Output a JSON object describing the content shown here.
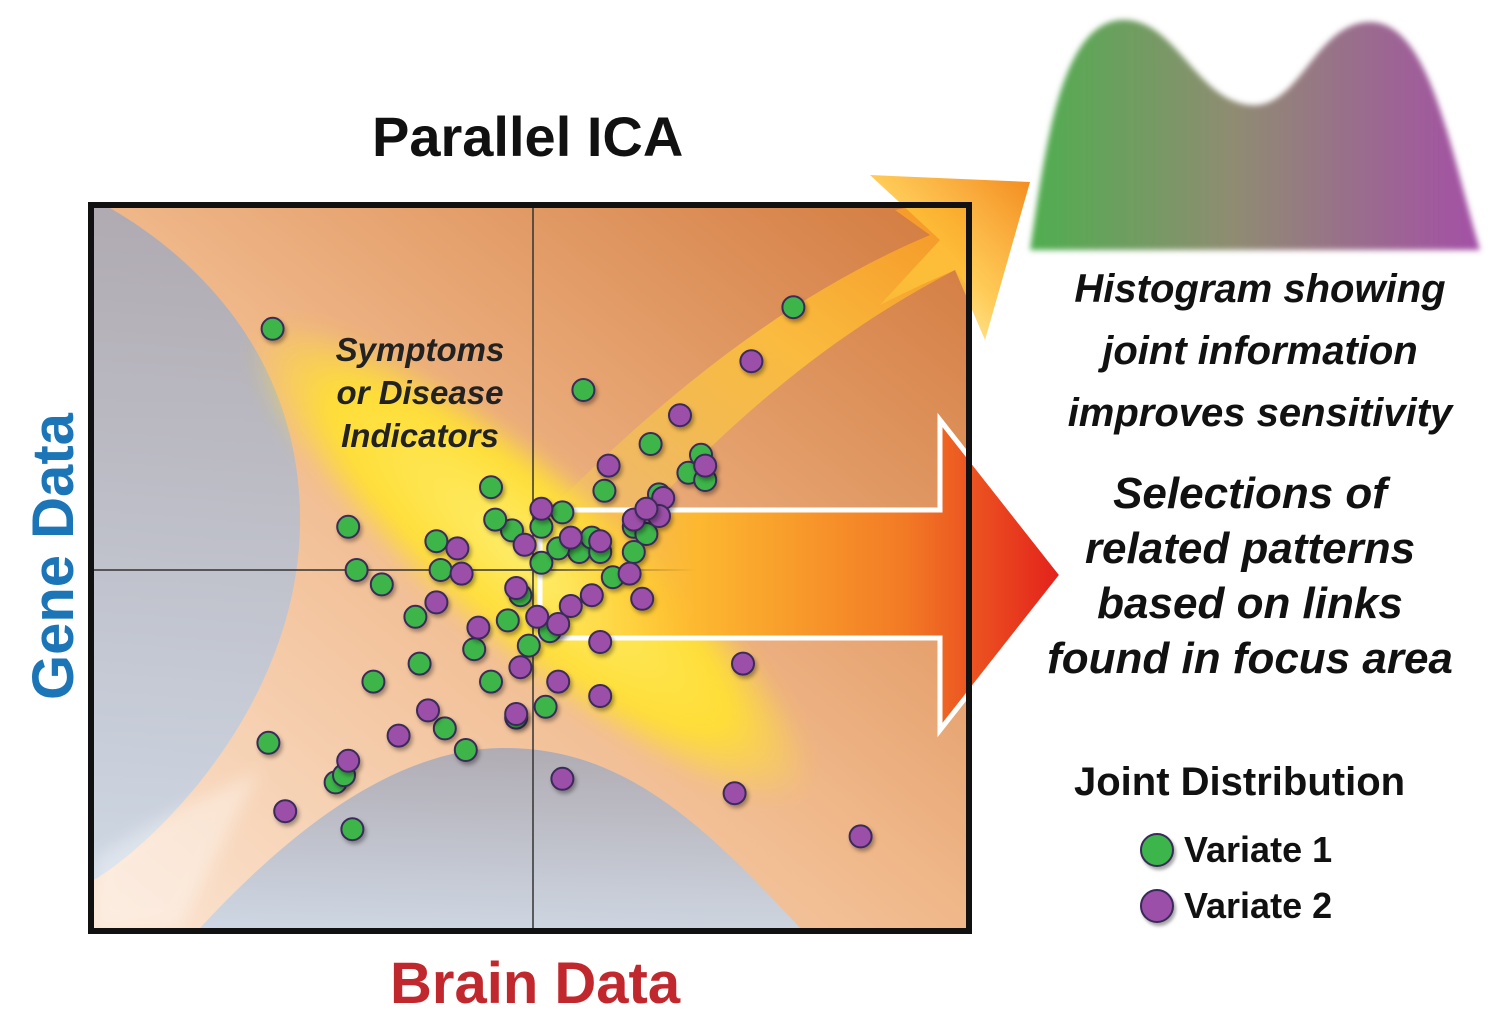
{
  "title": "Parallel ICA",
  "x_axis_label": "Brain Data",
  "y_axis_label": "Gene Data",
  "annotation": "Symptoms or Disease Indicators",
  "histogram_caption": "Histogram showing joint information improves sensitivity",
  "selections_text": "Selections of related patterns based on links found in focus area",
  "legend": {
    "title": "Joint Distribution",
    "items": [
      {
        "label": "Variate 1",
        "color": "#3cb54a"
      },
      {
        "label": "Variate 2",
        "color": "#9b4fa8"
      }
    ]
  },
  "colors": {
    "variate1": "#3cb54a",
    "variate2": "#9b4fa8",
    "gene_label": "#1b75b6",
    "brain_label": "#c0282d",
    "focus_area": "#ffe033",
    "arrow_start": "#ffd23a",
    "arrow_end": "#e3201b"
  },
  "chart_data": {
    "type": "scatter",
    "xlabel": "Brain Data",
    "ylabel": "Gene Data",
    "series": [
      {
        "name": "Variate 1",
        "points": [
          [
            -0.62,
            0.67
          ],
          [
            -0.23,
            0.08
          ],
          [
            0.04,
            -0.17
          ],
          [
            -0.36,
            -0.04
          ],
          [
            -0.06,
            -0.14
          ],
          [
            0.12,
            0.5
          ],
          [
            0.19,
            -0.02
          ],
          [
            -0.1,
            0.23
          ],
          [
            -0.04,
            -0.41
          ],
          [
            -0.38,
            -0.31
          ],
          [
            -0.28,
            -0.13
          ],
          [
            0.24,
            0.12
          ],
          [
            0.11,
            0.05
          ],
          [
            -0.05,
            0.11
          ],
          [
            0.17,
            0.22
          ],
          [
            0.27,
            0.1
          ],
          [
            0.07,
            0.16
          ],
          [
            0.02,
            0.02
          ],
          [
            -0.01,
            -0.21
          ],
          [
            0.03,
            -0.38
          ],
          [
            0.62,
            0.73
          ],
          [
            0.28,
            0.35
          ],
          [
            -0.03,
            -0.07
          ],
          [
            0.14,
            0.09
          ],
          [
            0.37,
            0.27
          ],
          [
            0.41,
            0.25
          ],
          [
            -0.44,
            0.12
          ],
          [
            -0.22,
            0.0
          ],
          [
            -0.27,
            -0.26
          ],
          [
            -0.14,
            -0.22
          ],
          [
            -0.16,
            -0.5
          ],
          [
            -0.63,
            -0.48
          ],
          [
            -0.47,
            -0.59
          ],
          [
            -0.45,
            -0.57
          ],
          [
            -0.43,
            -0.72
          ],
          [
            -0.1,
            -0.31
          ],
          [
            -0.21,
            -0.44
          ],
          [
            0.4,
            0.32
          ],
          [
            0.3,
            0.21
          ],
          [
            0.02,
            0.12
          ],
          [
            0.06,
            0.06
          ],
          [
            -0.09,
            0.14
          ],
          [
            0.16,
            0.05
          ],
          [
            0.24,
            0.05
          ],
          [
            -0.42,
            0.0
          ]
        ]
      },
      {
        "name": "Variate 2",
        "points": [
          [
            0.52,
            0.58
          ],
          [
            0.35,
            0.43
          ],
          [
            0.41,
            0.29
          ],
          [
            0.24,
            0.14
          ],
          [
            0.18,
            0.29
          ],
          [
            0.09,
            0.09
          ],
          [
            0.23,
            -0.01
          ],
          [
            0.31,
            0.2
          ],
          [
            -0.02,
            0.07
          ],
          [
            -0.18,
            0.06
          ],
          [
            -0.17,
            -0.01
          ],
          [
            0.14,
            -0.07
          ],
          [
            0.26,
            -0.08
          ],
          [
            0.09,
            -0.1
          ],
          [
            -0.04,
            -0.05
          ],
          [
            0.01,
            -0.13
          ],
          [
            -0.13,
            -0.16
          ],
          [
            0.06,
            -0.15
          ],
          [
            0.16,
            -0.2
          ],
          [
            0.06,
            -0.31
          ],
          [
            -0.03,
            -0.27
          ],
          [
            -0.32,
            -0.46
          ],
          [
            -0.44,
            -0.53
          ],
          [
            -0.04,
            -0.4
          ],
          [
            0.16,
            -0.35
          ],
          [
            0.5,
            -0.26
          ],
          [
            0.07,
            -0.58
          ],
          [
            0.48,
            -0.62
          ],
          [
            -0.59,
            -0.67
          ],
          [
            0.78,
            -0.74
          ],
          [
            0.02,
            0.17
          ],
          [
            0.3,
            0.15
          ],
          [
            -0.25,
            -0.39
          ],
          [
            -0.23,
            -0.09
          ],
          [
            0.16,
            0.08
          ],
          [
            0.27,
            0.17
          ]
        ]
      }
    ]
  }
}
